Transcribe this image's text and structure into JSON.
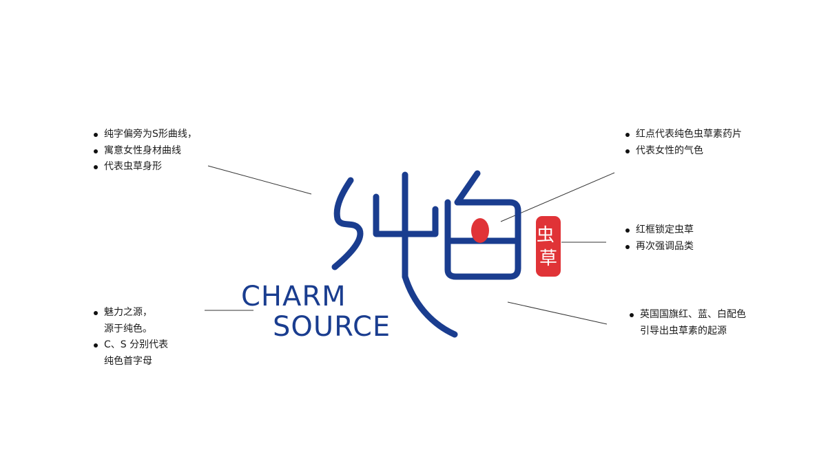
{
  "logo": {
    "chinese_name": "纯色",
    "english_line1": "CHARM",
    "english_line2": "SOURCE",
    "seal_text": "虫草"
  },
  "colors": {
    "navy": "#1a3d8f",
    "red": "#e03337",
    "text": "#1a1a1a",
    "leader": "#333333"
  },
  "annotations": {
    "top_left": [
      "纯字偏旁为S形曲线，",
      "寓意女性身材曲线",
      "代表虫草身形"
    ],
    "top_right": [
      "红点代表纯色虫草素药片",
      "代表女性的气色"
    ],
    "middle_right": [
      "红框锁定虫草",
      "再次强调品类"
    ],
    "bottom_left": [
      "魅力之源，",
      "源于纯色。",
      "C、S 分别代表",
      "纯色首字母"
    ],
    "bottom_right": [
      "英国国旗红、蓝、白配色",
      "引导出虫草素的起源"
    ]
  }
}
